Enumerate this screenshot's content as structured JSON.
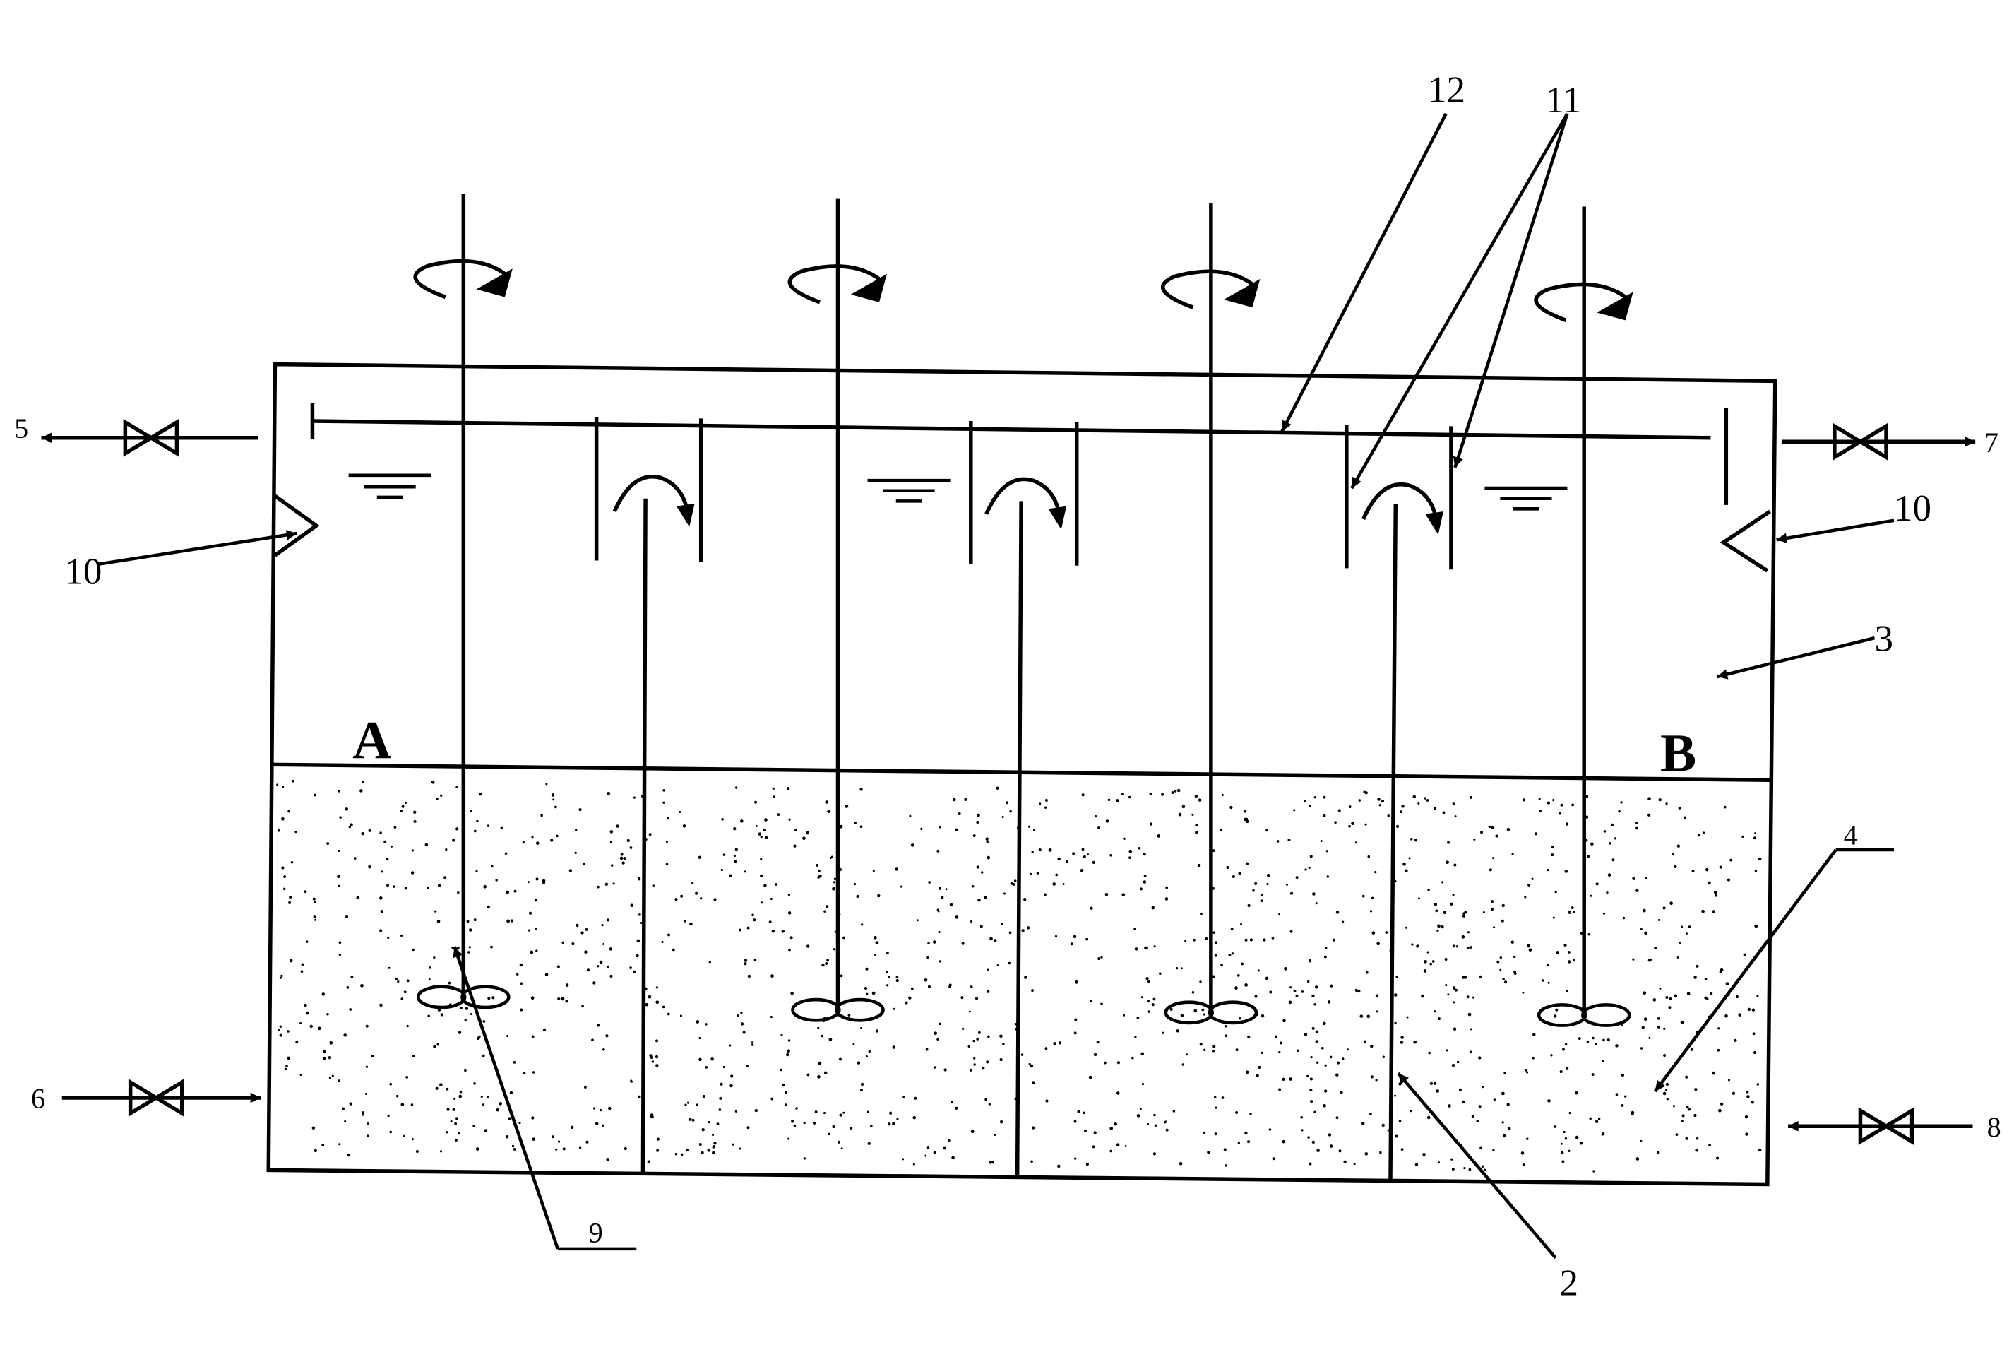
{
  "diagram": {
    "labels": {
      "l12": "12",
      "l11": "11",
      "l5": "5",
      "l7": "7",
      "l10_left": "10",
      "l10_right": "10",
      "l3": "3",
      "lA": "A",
      "lB": "B",
      "l4": "4",
      "l6": "6",
      "l8": "8",
      "l9": "9",
      "l2": "2"
    },
    "colors": {
      "line": "#000000",
      "background": "#ffffff"
    },
    "icons": [
      "valve-icon",
      "rotation-arrow-icon",
      "impeller-icon",
      "liquid-level-icon",
      "overflow-arrow-icon"
    ]
  }
}
